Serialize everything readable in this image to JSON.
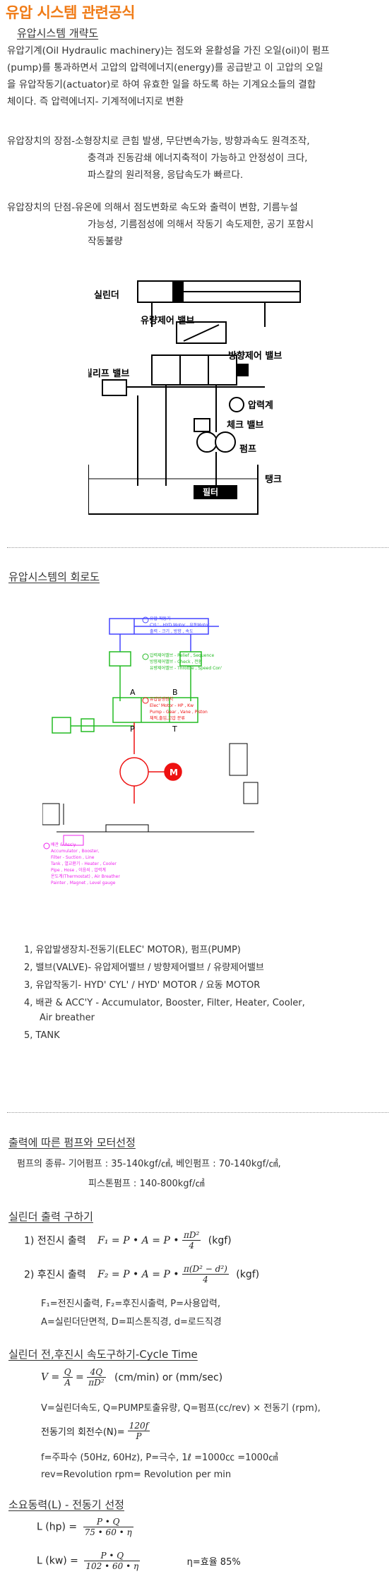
{
  "page_title": "유압 시스템 관련공식",
  "overview": {
    "heading": "유압시스템 개략도",
    "para1_line1": "유압기계(Oil Hydraulic machinery)는 점도와 윤활성을 가진 오일(oil)이 펌프",
    "para1_line2": "(pump)를 통과하면서 고압의 압력에너지(energy)를 공급받고 이 고압의 오일",
    "para1_line3": "을 유압작동기(actuator)로 하여 유효한 일을 하도록 하는 기계요소들의 결합",
    "para1_line4": "체이다.  즉 압력에너지- 기계적에너지로 변환",
    "adv_line1": "유압장치의 장점-소형장치로 큰힘 발생, 무단변속가능, 방향과속도 원격조작,",
    "adv_line2": "충격과 진동감쇄 에너지축적이 가능하고 안정성이 크다,",
    "adv_line3": "파스칼의 원리적용, 응답속도가 빠르다.",
    "dis_line1": "유압장치의 단점-유온에 의해서 점도변화로 속도와 출력이 변함, 기름누설",
    "dis_line2": "가능성, 기름점성에 의해서 작동기 속도제한, 공기 포함시",
    "dis_line3": "작동불량"
  },
  "diagram1": {
    "cylinder": "실린더",
    "flow_valve": "유량제어 밸브",
    "direction_valve": "방향제어 밸브",
    "relief_valve": "릴리프 밸브",
    "gauge": "압력계",
    "check_valve": "체크 밸브",
    "pump": "펌프",
    "tank": "탱크",
    "filter": "필터"
  },
  "circuit": {
    "heading": "유압시스템의 회로도",
    "port_a": "A",
    "port_b": "B",
    "port_p": "P",
    "port_t": "T",
    "motor": "M",
    "note1_title": "유압 작동기",
    "note1_l1": "CYL' , HYD Motor , 요동Motor",
    "note1_l2": "출력 - 크기 , 방향 , 속도",
    "note2_l1": "압력제어밸브 - Relief , Sequence",
    "note2_l2": "방향제어밸브 - Check , 전환",
    "note2_l3": "유량제어밸브 - Throttle , Speed Con'",
    "note3_title": "유압발생장치",
    "note3_l1": "Elec' Motor - HP , Kw",
    "note3_l2": "Pump - Gear , Vane , Piston",
    "note3_l3": "체적,출입,고압 분류",
    "note4_title": "배관 & Acc'y",
    "note4_l1": "Accumulator , Booster,",
    "note4_l2": "Filter - Suction , Line",
    "note4_l3": "Tank , 열교환기 - Heater , Cooler",
    "note4_l4": "Pipe , Hose , 이음쇠 , 압력계",
    "note4_l5": "온도계(Thermostat) , Air Breather",
    "note4_l6": "Painter , Magnet , Level gauge",
    "colors": {
      "blue": "#4444ff",
      "green": "#22bb22",
      "red": "#ee1111",
      "magenta": "#ee22ee"
    }
  },
  "list": {
    "item1": "1,  유압발생장치-전동기(ELEC' MOTOR), 펌프(PUMP)",
    "item2": "2,  밸브(VALVE)- 유압제어밸브 / 방향제어밸브 / 유량제어밸브",
    "item3": "3,  유압작동기- HYD' CYL' / HYD' MOTOR  / 요동 MOTOR",
    "item4a": "4,  배관 & ACC'Y  - Accumulator, Booster, Filter, Heater, Cooler,",
    "item4b": "Air breather",
    "item5": "5,  TANK"
  },
  "selection": {
    "heading": "출력에 따른 펌프와 모터선정",
    "line1": "펌프의 종류- 기어펌프 : 35-140kgf/㎠, 베인펌프 : 70-140kgf/㎠,",
    "line2": "피스톤펌프 : 140-800kgf/㎠"
  },
  "cylinder_output": {
    "heading": "실린더 출력 구하기",
    "f1_label": "1)  전진시  출력",
    "f1_expr": "F₁ = P • A = P •",
    "f1_num": "πD²",
    "f1_den": "4",
    "f1_unit": "(kgf)",
    "f2_label": "2)  후진시  출력",
    "f2_expr": "F₂ = P • A = P •",
    "f2_num": "π(D² − d²)",
    "f2_den": "4",
    "f2_unit": "(kgf)",
    "def1": "F₁=전진시출력,  F₂=후진시출력, P=사용압력,",
    "def2": "A=실린더단면적, D=피스톤직경, d=로드직경"
  },
  "speed": {
    "heading": "실린더 전,후진시 속도구하기-Cycle Time",
    "v_expr": "V =",
    "v_num1": "Q",
    "v_den1": "A",
    "v_eq": "=",
    "v_num2": "4Q",
    "v_den2": "πD²",
    "v_unit": "(cm/min)  or  (mm/sec)",
    "def1": "V=실린더속도, Q=PUMP토출유량, Q=펌프(cc/rev) × 전동기 (rpm),",
    "rpm_label": "전동기의 회전수(N)=",
    "rpm_num": "120f",
    "rpm_den": "P",
    "def2": "f=주파수 (50Hz, 60Hz), P=극수,  1ℓ =1000㏄ =1000㎤",
    "def3": "rev=Revolution    rpm= Revolution per min"
  },
  "power": {
    "heading": "소요동력(L) - 전동기 선정",
    "hp_label": "L (hp)  =",
    "hp_num": "P • Q",
    "hp_den": "75 • 60 • η",
    "kw_label": "L (kw)  =",
    "kw_num": "P • Q",
    "kw_den": "102 • 60 • η",
    "eff": "η=효율 85%"
  }
}
